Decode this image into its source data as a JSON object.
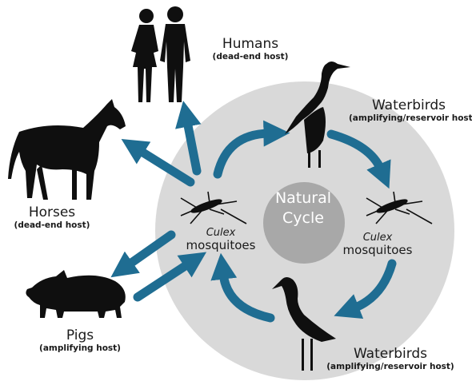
{
  "diagram": {
    "center": {
      "line1": "Natural",
      "line2": "Cycle"
    },
    "nodes": {
      "humans": {
        "name": "Humans",
        "note": "(dead-end host)",
        "icon": "humans-icon"
      },
      "horses": {
        "name": "Horses",
        "note": "(dead-end host)",
        "icon": "horse-icon"
      },
      "pigs": {
        "name": "Pigs",
        "note": "(amplifying host)",
        "icon": "pig-icon"
      },
      "waterbirds_top": {
        "name": "Waterbirds",
        "note": "(amplifying/reservoir host)",
        "icon": "heron-icon"
      },
      "waterbirds_bottom": {
        "name": "Waterbirds",
        "note": "(amplifying/reservoir host)",
        "icon": "heron-icon"
      },
      "mosquitoes_left": {
        "genus": "Culex",
        "name": "mosquitoes",
        "icon": "mosquito-icon"
      },
      "mosquitoes_right": {
        "genus": "Culex",
        "name": "mosquitoes",
        "icon": "mosquito-icon"
      }
    },
    "colors": {
      "arrow": "#1f6d92",
      "circle": "#d9d9d9",
      "center_disc": "#a8a8a8",
      "silhouette": "#0f0f0f",
      "text": "#1a1a1a"
    }
  }
}
